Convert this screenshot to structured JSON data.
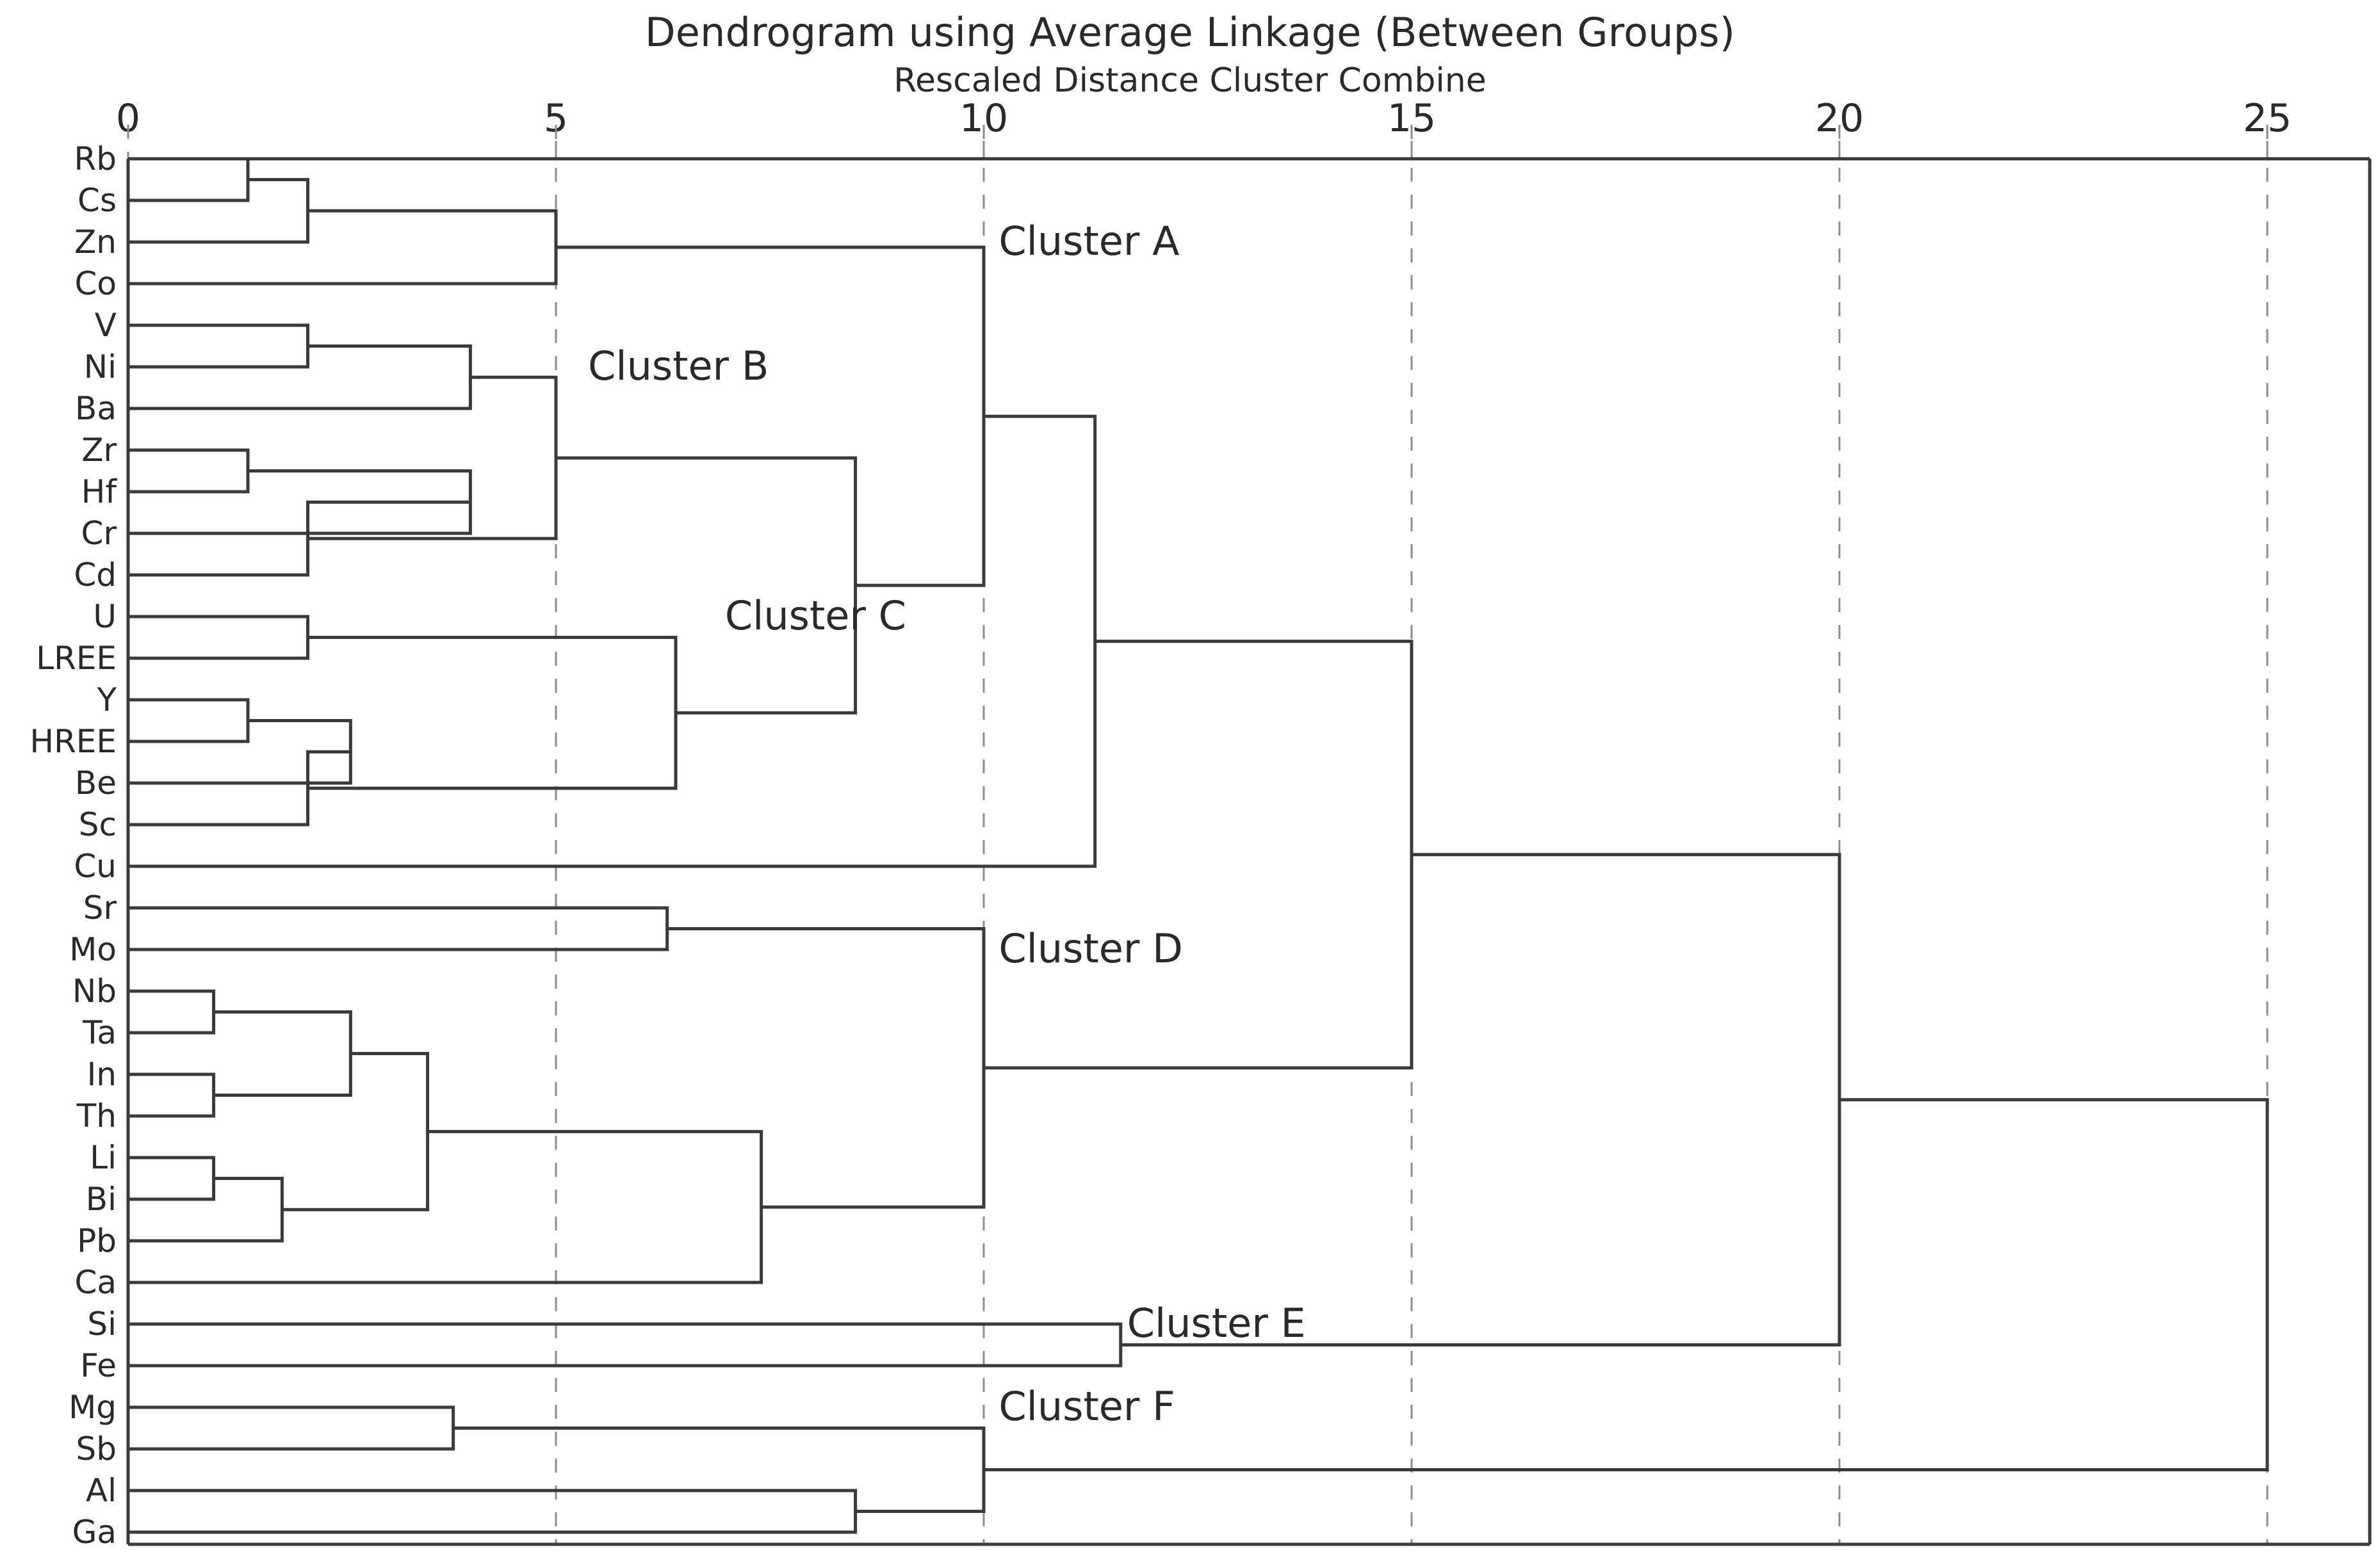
{
  "header": {
    "title": "Dendrogram using Average Linkage (Between Groups)",
    "subtitle": "Rescaled Distance Cluster Combine"
  },
  "chart_data": {
    "type": "dendrogram",
    "title": "Dendrogram using Average Linkage (Between Groups)",
    "subtitle": "Rescaled Distance Cluster Combine",
    "xlabel": "Rescaled Distance Cluster Combine",
    "ylabel": "",
    "xlim": [
      0,
      26
    ],
    "grid": true,
    "orientation": "horizontal",
    "linkage": "average",
    "axis_ticks": [
      0,
      5,
      10,
      15,
      20,
      25
    ],
    "tick_labels": [
      "0",
      "5",
      "10",
      "15",
      "20",
      "25"
    ],
    "leaves": [
      "Rb",
      "Cs",
      "Zn",
      "Co",
      "V",
      "Ni",
      "Ba",
      "Zr",
      "Hf",
      "Cr",
      "Cd",
      "U",
      "LREE",
      "Y",
      "HREE",
      "Be",
      "Sc",
      "Cu",
      "Sr",
      "Mo",
      "Nb",
      "Ta",
      "In",
      "Th",
      "Li",
      "Bi",
      "Pb",
      "Ca",
      "Si",
      "Fe",
      "Mg",
      "Sb",
      "Al",
      "Ga"
    ],
    "leaf_count": 34,
    "cluster_annotations": [
      {
        "label": "Cluster A",
        "x": 10.1,
        "leaf_index": 2
      },
      {
        "label": "Cluster B",
        "x": 5.3,
        "leaf_index": 5
      },
      {
        "label": "Cluster C",
        "x": 6.9,
        "leaf_index": 11
      },
      {
        "label": "Cluster D",
        "x": 10.1,
        "leaf_index": 19
      },
      {
        "label": "Cluster E",
        "x": 11.6,
        "leaf_index": 28
      },
      {
        "label": "Cluster F",
        "x": 10.1,
        "leaf_index": 30
      }
    ],
    "merges": [
      {
        "id": "m1",
        "left": "Rb",
        "right": "Cs",
        "height": 1.4
      },
      {
        "id": "m2",
        "left": "m1",
        "right": "Zn",
        "height": 2.1
      },
      {
        "id": "m3",
        "left": "m2",
        "right": "Co",
        "height": 5.0
      },
      {
        "id": "m4",
        "left": "V",
        "right": "Ni",
        "height": 2.1
      },
      {
        "id": "m5",
        "left": "m4",
        "right": "Ba",
        "height": 4.0
      },
      {
        "id": "m6",
        "left": "Zr",
        "right": "Hf",
        "height": 1.4
      },
      {
        "id": "m7",
        "left": "m6",
        "right": "Cr",
        "height": 4.0
      },
      {
        "id": "m8",
        "left": "m7",
        "right": "Cd",
        "height": 2.1
      },
      {
        "id": "m9",
        "left": "m5",
        "right": "m8",
        "height": 5.0
      },
      {
        "id": "m10",
        "left": "U",
        "right": "LREE",
        "height": 2.1
      },
      {
        "id": "m11",
        "left": "Y",
        "right": "HREE",
        "height": 1.4
      },
      {
        "id": "m12",
        "left": "m11",
        "right": "Be",
        "height": 2.6
      },
      {
        "id": "m13",
        "left": "m12",
        "right": "Sc",
        "height": 2.1
      },
      {
        "id": "m14",
        "left": "m10",
        "right": "m13",
        "height": 6.4
      },
      {
        "id": "m15",
        "left": "m9",
        "right": "m14",
        "height": 8.5
      },
      {
        "id": "m16",
        "left": "m3",
        "right": "m15",
        "height": 10.0
      },
      {
        "id": "m17",
        "left": "m16",
        "right": "Cu",
        "height": 11.3
      },
      {
        "id": "m18",
        "left": "Sr",
        "right": "Mo",
        "height": 6.3
      },
      {
        "id": "m19",
        "left": "Nb",
        "right": "Ta",
        "height": 1.0
      },
      {
        "id": "m20",
        "left": "In",
        "right": "Th",
        "height": 1.0
      },
      {
        "id": "m21",
        "left": "m19",
        "right": "m20",
        "height": 2.6
      },
      {
        "id": "m22",
        "left": "Li",
        "right": "Bi",
        "height": 1.0
      },
      {
        "id": "m23",
        "left": "m22",
        "right": "Pb",
        "height": 1.8
      },
      {
        "id": "m24",
        "left": "m21",
        "right": "m23",
        "height": 3.5
      },
      {
        "id": "m25",
        "left": "m24",
        "right": "Ca",
        "height": 7.4
      },
      {
        "id": "m26",
        "left": "m18",
        "right": "m25",
        "height": 10.0
      },
      {
        "id": "m27",
        "left": "m17",
        "right": "m26",
        "height": 15.0
      },
      {
        "id": "m28",
        "left": "Si",
        "right": "Fe",
        "height": 11.6
      },
      {
        "id": "m29",
        "left": "m27",
        "right": "m28",
        "height": 20.0
      },
      {
        "id": "m30",
        "left": "Mg",
        "right": "Sb",
        "height": 3.8
      },
      {
        "id": "m31",
        "left": "Al",
        "right": "Ga",
        "height": 8.5
      },
      {
        "id": "m32",
        "left": "m30",
        "right": "m31",
        "height": 10.0
      },
      {
        "id": "m33",
        "left": "m29",
        "right": "m32",
        "height": 25.0
      }
    ]
  }
}
